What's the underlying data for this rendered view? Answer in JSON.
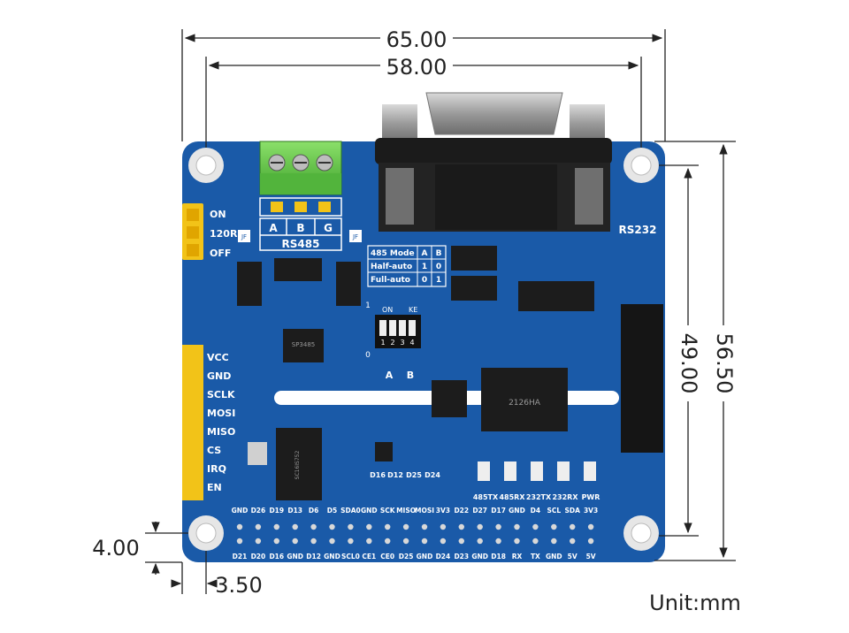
{
  "dimensions": {
    "width_total": "65.00",
    "width_holes": "58.00",
    "height_total": "56.50",
    "height_holes": "49.00",
    "hole_offset_y": "4.00",
    "hole_offset_x": "3.50",
    "unit": "Unit:mm"
  },
  "board": {
    "color": "#1a5aa8",
    "rs485_label": "RS485",
    "rs485_terminals": [
      "A",
      "B",
      "G"
    ],
    "rs232_label": "RS232",
    "jumper_labels": [
      "ON",
      "120R",
      "OFF"
    ],
    "jf_label": "JF",
    "mode_table": {
      "header": [
        "485 Mode",
        "A",
        "B"
      ],
      "rows": [
        [
          "Half-auto",
          "1",
          "0"
        ],
        [
          "Full-auto",
          "0",
          "1"
        ]
      ]
    },
    "dip": {
      "on": "ON",
      "ke": "KE",
      "nums": [
        "1",
        "2",
        "3",
        "4"
      ],
      "side_1": "1",
      "side_0": "0",
      "ab": [
        "A",
        "B"
      ]
    },
    "spi_labels": [
      "VCC",
      "GND",
      "SCLK",
      "MOSI",
      "MISO",
      "CS",
      "IRQ",
      "EN"
    ],
    "led_labels": [
      "485TX",
      "485RX",
      "232TX",
      "232RX",
      "PWR"
    ],
    "gpio_top": [
      "GND",
      "D26",
      "D19",
      "D13",
      "D6",
      "D5",
      "SDA0",
      "GND",
      "SCK",
      "MISO",
      "MOSI",
      "3V3",
      "D22",
      "D27",
      "D17",
      "GND",
      "D4",
      "SCL",
      "SDA",
      "3V3"
    ],
    "gpio_bottom": [
      "D21",
      "D20",
      "D16",
      "GND",
      "D12",
      "GND",
      "SCL0",
      "CE1",
      "CE0",
      "D25",
      "GND",
      "D24",
      "D23",
      "GND",
      "D18",
      "RX",
      "TX",
      "GND",
      "5V",
      "5V"
    ],
    "gpio_mid": [
      "D16",
      "D12",
      "D25",
      "D24"
    ],
    "chip_texts": [
      "SP3485",
      "SC16IS752",
      "2126HA"
    ],
    "header_pin_count": 20
  }
}
